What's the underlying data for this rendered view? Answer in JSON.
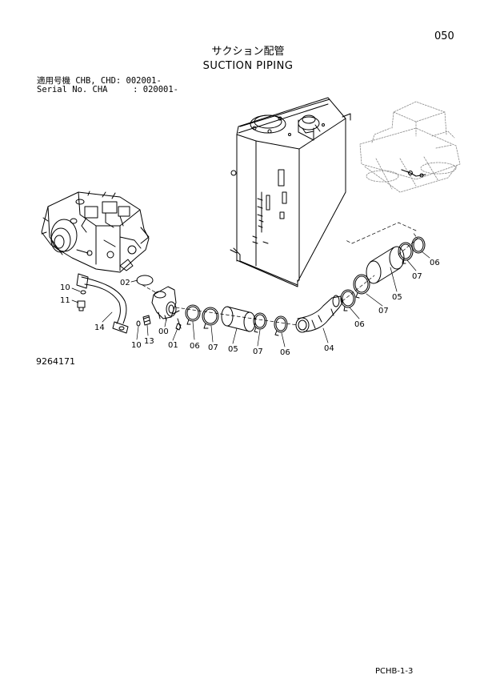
{
  "page_number": "050",
  "title_jp": "サクション配管",
  "title_en": "SUCTION PIPING",
  "serial": {
    "line1": "適用号機 CHB, CHD: 002001-",
    "line2": "Serial No. CHA     : 020001-"
  },
  "figure_id": "9264171",
  "page_ref": "PCHB-1-3",
  "callouts": {
    "c02": "02",
    "c10a": "10",
    "c11": "11",
    "c14": "14",
    "c13": "13",
    "c10b": "10",
    "c00": "00",
    "c01": "01",
    "c06a": "06",
    "c07a": "07",
    "c05a": "05",
    "c07b": "07",
    "c06b": "06",
    "c04": "04",
    "c06c": "06",
    "c07c": "07",
    "c05b": "05",
    "c07d": "07",
    "c06d": "06"
  }
}
